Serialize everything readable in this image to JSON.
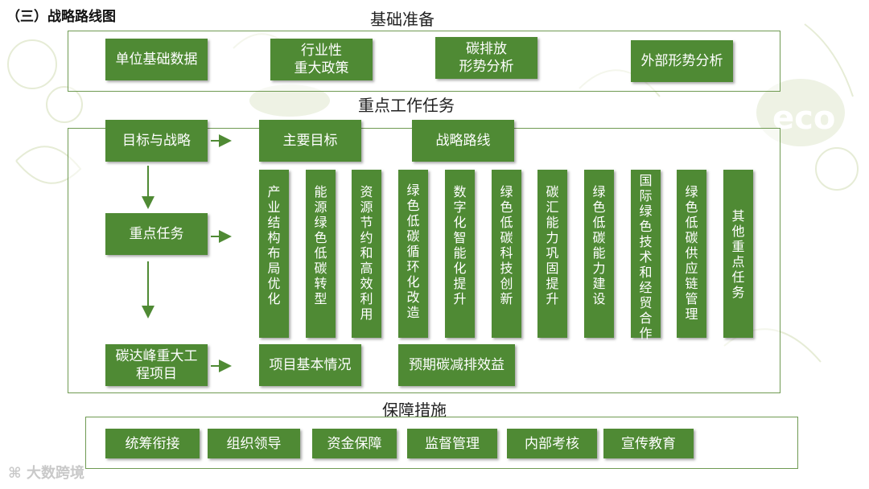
{
  "title": "（三）战略路线图",
  "sections": {
    "foundation": "基础准备",
    "key_tasks": "重点工作任务",
    "safeguards": "保障措施"
  },
  "foundation_items": [
    "单位基础数据",
    "行业性\n重大政策",
    "碳排放\n形势分析",
    "外部形势分析"
  ],
  "left_items": [
    "目标与战略",
    "重点任务",
    "碳达峰重大工\n程项目"
  ],
  "goal_items": [
    "主要目标",
    "战略路线"
  ],
  "tasks": [
    "产业结构布局优化",
    "能源绿色低碳转型",
    "资源节约和高效利用",
    "绿色低碳循环化改造",
    "数字化智能化提升",
    "绿色低碳科技创新",
    "碳汇能力巩固提升",
    "绿色低碳能力建设",
    "国际绿色技术和经贸合作",
    "绿色低碳供应链管理",
    "其他重点任务"
  ],
  "project_items": [
    "项目基本情况",
    "预期碳减排效益"
  ],
  "safeguard_items": [
    "统筹衔接",
    "组织领导",
    "资金保障",
    "监督管理",
    "内部考核",
    "宣传教育"
  ],
  "watermark": "大数跨境",
  "colors": {
    "box_green": "#4f8a34",
    "frame_green": "#6f9a52"
  }
}
